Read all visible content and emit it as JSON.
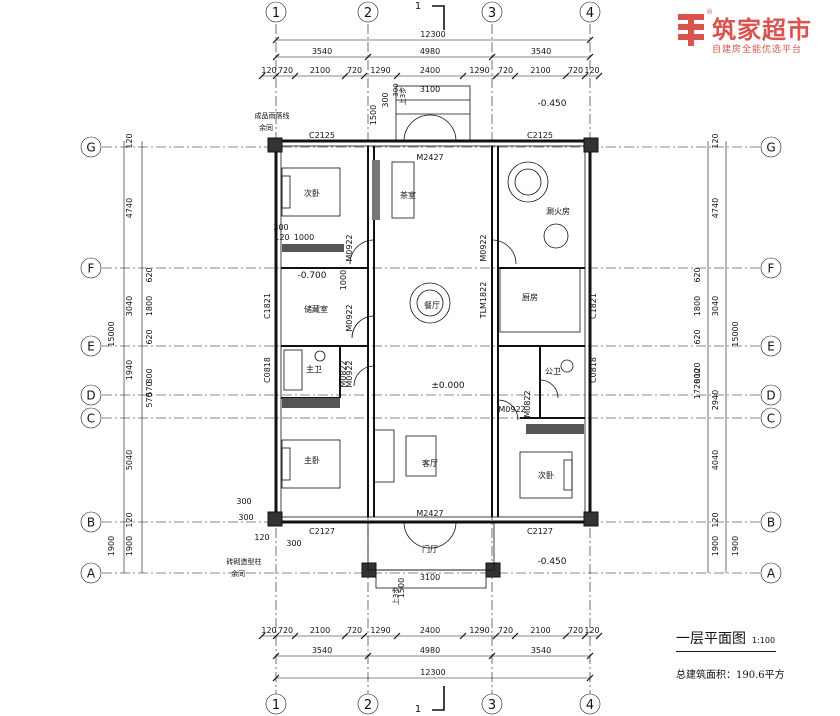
{
  "brand": {
    "title": "筑家超市",
    "subtitle": "自建房全能优选平台",
    "registered": "®",
    "accent_color": "#d9534f"
  },
  "drawing": {
    "title": "一层平面图",
    "scale": "1:100",
    "total_area": "总建筑面积：190.6平方"
  },
  "axes": {
    "vertical": [
      "1",
      "2",
      "3",
      "4"
    ],
    "horizontal": [
      "G",
      "F",
      "E",
      "D",
      "C",
      "B",
      "A"
    ]
  },
  "section_mark": "1",
  "dims": {
    "total": "12300",
    "bays": [
      "3540",
      "4980",
      "3540"
    ],
    "seg": [
      "120",
      "720",
      "2100",
      "720",
      "1290",
      "2400",
      "1290",
      "720",
      "2100",
      "720",
      "120"
    ],
    "left": [
      "120",
      "4740",
      "620",
      "1800",
      "620",
      "3040",
      "15000",
      "1940",
      "570",
      "800",
      "570",
      "5040",
      "120",
      "1900",
      "1900"
    ],
    "right": [
      "120",
      "4740",
      "620",
      "1800",
      "620",
      "3040",
      "15000",
      "120",
      "1720",
      "800",
      "2940",
      "4040",
      "120",
      "1900",
      "1900"
    ],
    "porch_top": [
      "1500",
      "300",
      "300",
      "3100",
      "上3步"
    ],
    "porch_bottom": [
      "1500",
      "3100",
      "上3步"
    ],
    "misc": [
      "300",
      "1000",
      "120",
      "300",
      "300",
      "300",
      "120",
      "1000"
    ]
  },
  "rooms": {
    "bedroom_nw": "次卧",
    "tea_room": "茶室",
    "hot_pot": "涮火房",
    "storage": "储藏室",
    "dining": "餐厅",
    "kitchen": "厨房",
    "bath_main": "主卫",
    "bath_public": "公卫",
    "master": "主卧",
    "living": "客厅",
    "bedroom_se": "次卧",
    "foyer": "门厅"
  },
  "labels": {
    "c2125_l": "C2125",
    "c2125_r": "C2125",
    "m2427_top": "M2427",
    "m2427_bot": "M2427",
    "m0922_a": "M0922",
    "m0922_b": "M0922",
    "m0922_c": "M0922",
    "m0922_d": "M0922",
    "m0922_e": "M0922",
    "m0822_a": "M0822",
    "m0822_b": "M0822",
    "c1821_l": "C1821",
    "c1821_r": "C1821",
    "c0818_l": "C0818",
    "c0818_r": "C0818",
    "tlm1822": "TLM1822",
    "c2127_l": "C2127",
    "c2127_r": "C2127"
  },
  "elevations": {
    "e1": "-0.450",
    "e2": "-0.700",
    "e3": "±0.000",
    "e4": "-0.450"
  },
  "notes": {
    "top_left_1": "成品雨落线",
    "top_left_2": "余同",
    "bottom_left_1": "砖砌造型柱",
    "bottom_left_2": "余同"
  }
}
